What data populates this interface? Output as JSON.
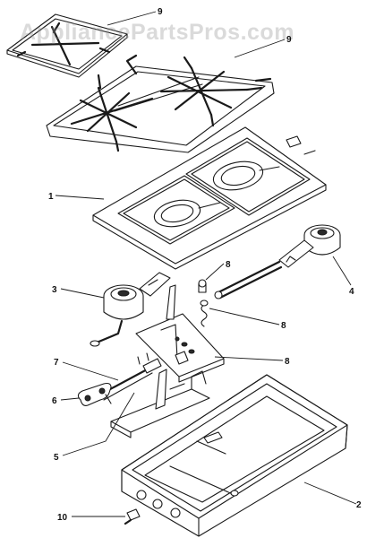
{
  "watermark": "AppliancePartsPros.com",
  "callouts": {
    "c1": "1",
    "c2": "2",
    "c3": "3",
    "c4": "4",
    "c5": "5",
    "c6": "6",
    "c7": "7",
    "c8a": "8",
    "c8b": "8",
    "c8c": "8",
    "c9a": "9",
    "c9b": "9",
    "c10": "10"
  }
}
